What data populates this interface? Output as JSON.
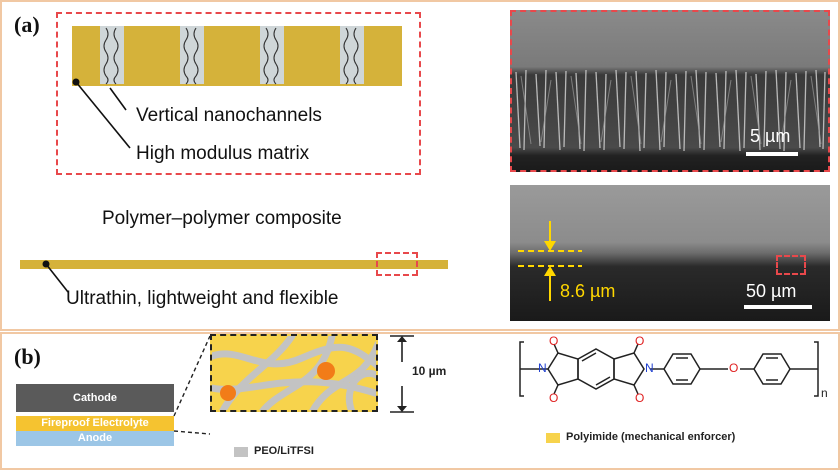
{
  "panel_a": {
    "label": "(a)",
    "schematic": {
      "label_nanochannels": "Vertical nanochannels",
      "label_matrix": "High modulus matrix"
    },
    "composite_title": "Polymer–polymer composite",
    "film_label": "Ultrathin, lightweight and flexible",
    "sem_top": {
      "scale_label": "5 µm"
    },
    "sem_bottom": {
      "thickness_label": "8.6 µm",
      "scale_label": "50 µm"
    }
  },
  "panel_b": {
    "label": "(b)",
    "layers": [
      "Cathode",
      "Fireproof Electrolyte",
      "Anode"
    ],
    "thickness_label": "10 µm",
    "legend_peo": "PEO/LiTFSI",
    "legend_pi": "Polyimide (mechanical enforcer)",
    "structure": {
      "oxygen": "O",
      "nitrogen": "N",
      "repeat": "n"
    }
  },
  "colors": {
    "matrix_gold": "#d5b23a",
    "channel_grey": "#cfd6d8",
    "dashed_red": "#e8484b",
    "cathode": "#5a5a5a",
    "electrolyte": "#f5c330",
    "anode": "#9cc6e6",
    "pi_yellow": "#f7d34c",
    "peo_grey": "#c3c3c3",
    "particle_orange": "#f27c18",
    "sem_yellow": "#ffd700"
  }
}
